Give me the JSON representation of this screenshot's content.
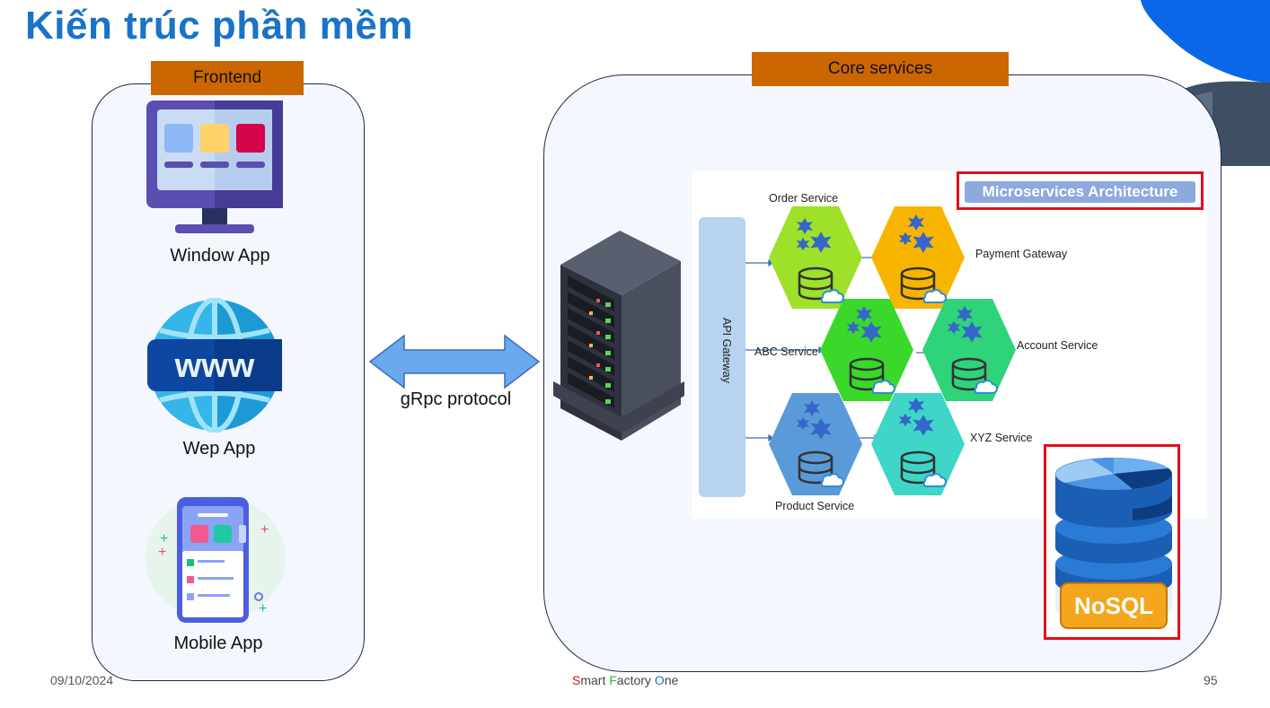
{
  "title": "Kiến trúc phần mềm",
  "frontend": {
    "tag": "Frontend",
    "apps": [
      {
        "label": "Window App"
      },
      {
        "label": "Wep App"
      },
      {
        "label": "Mobile App"
      }
    ]
  },
  "connection": {
    "label": "gRpc protocol"
  },
  "core": {
    "tag": "Core services",
    "diagram": {
      "title": "Microservices Architecture",
      "gateway": "API Gateway",
      "services": {
        "order": "Order Service",
        "payment": "Payment Gateway",
        "abc": "ABC Service",
        "account": "Account Service",
        "xyz": "XYZ Service",
        "product": "Product Service"
      }
    },
    "database": {
      "label": "NoSQL"
    }
  },
  "footer": {
    "date": "09/10/2024",
    "brand": {
      "s": "S",
      "mart": "mart ",
      "f": "F",
      "actory": "actory ",
      "o": "O",
      "ne": "ne"
    },
    "page": "95"
  },
  "colors": {
    "title": "#1a73c6",
    "tag": "#cc6600",
    "highlight": "#e0101a",
    "hex_order": "#9ee02a",
    "hex_payment": "#f7b500",
    "hex_abc": "#3ad82a",
    "hex_account": "#2ed37a",
    "hex_product": "#5b9ad8",
    "hex_xyz": "#3fd6c8"
  }
}
